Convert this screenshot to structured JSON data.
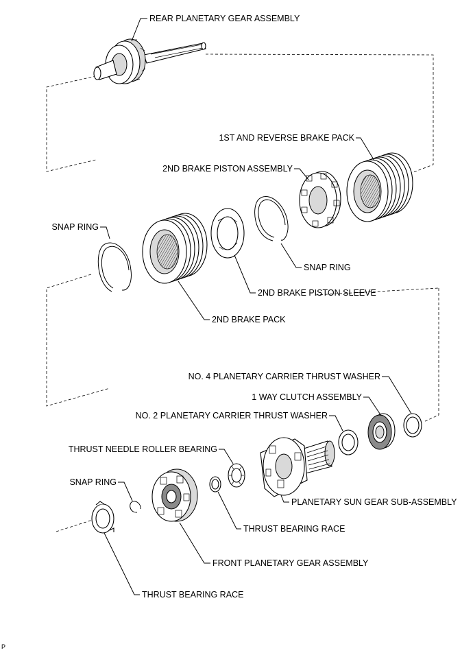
{
  "labels": {
    "rear_planetary_gear_assembly": "REAR PLANETARY GEAR ASSEMBLY",
    "first_and_reverse_brake_pack": "1ST AND REVERSE BRAKE PACK",
    "second_brake_piston_assembly": "2ND BRAKE PISTON ASSEMBLY",
    "snap_ring_left": "SNAP RING",
    "snap_ring_mid": "SNAP RING",
    "second_brake_piston_sleeve": "2ND BRAKE PISTON SLEEVE",
    "second_brake_pack": "2ND BRAKE PACK",
    "no4_planetary_carrier_thrust_washer": "NO. 4 PLANETARY CARRIER THRUST WASHER",
    "one_way_clutch_assembly": "1 WAY CLUTCH ASSEMBLY",
    "no2_planetary_carrier_thrust_washer": "NO. 2 PLANETARY CARRIER THRUST WASHER",
    "thrust_needle_roller_bearing": "THRUST NEEDLE ROLLER BEARING",
    "snap_ring_small": "SNAP RING",
    "planetary_sun_gear_sub_assembly": "PLANETARY SUN GEAR SUB-ASSEMBLY",
    "thrust_bearing_race_upper": "THRUST BEARING RACE",
    "front_planetary_gear_assembly": "FRONT PLANETARY GEAR ASSEMBLY",
    "thrust_bearing_race_lower": "THRUST BEARING RACE"
  },
  "footer_code": "P"
}
